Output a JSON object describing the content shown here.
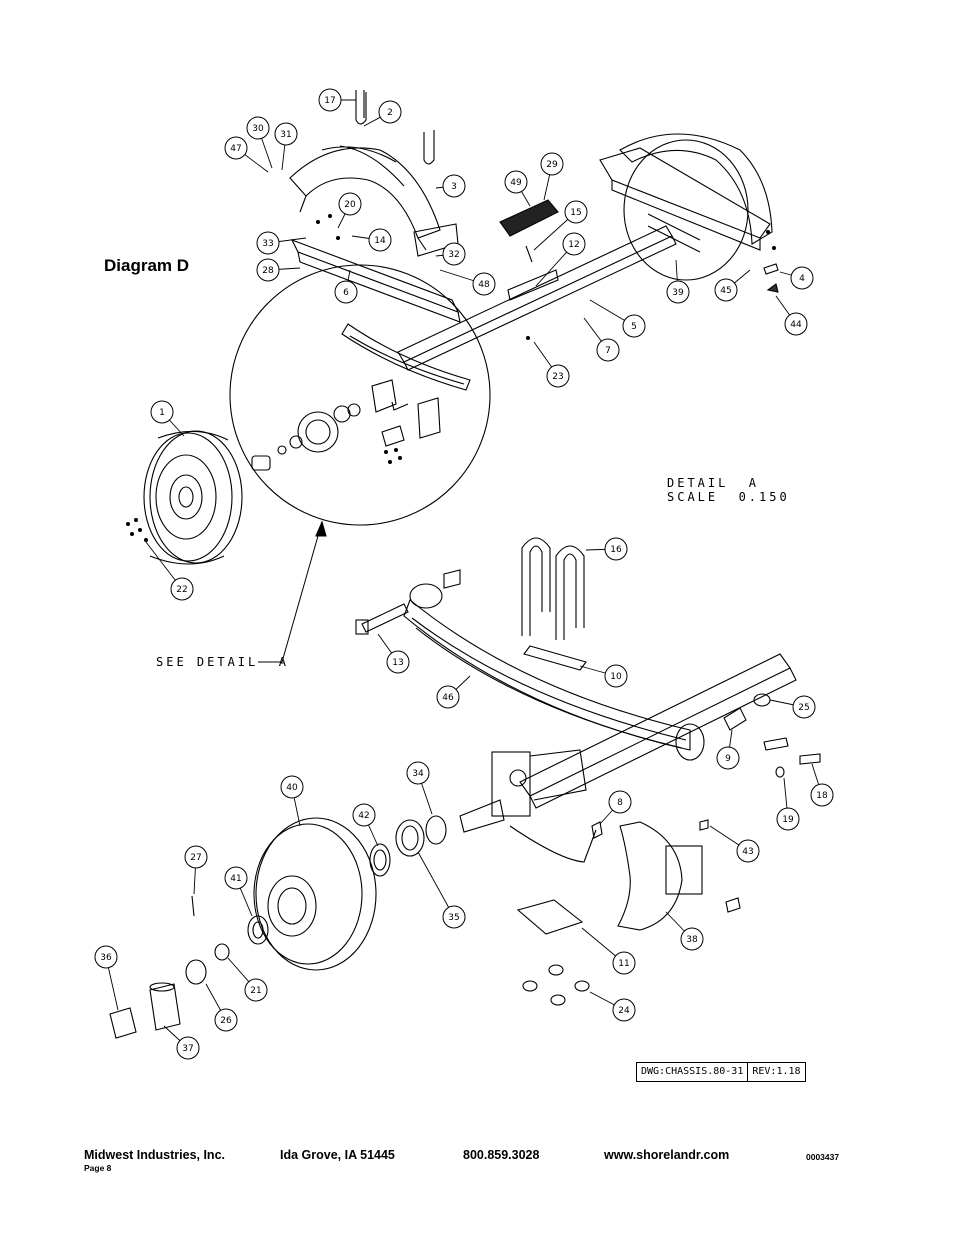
{
  "diagram": {
    "title": "Diagram D",
    "detail_title": "DETAIL  A",
    "detail_scale": "SCALE  0.150",
    "see_detail": "SEE DETAIL  A",
    "callouts": [
      "17",
      "2",
      "30",
      "31",
      "47",
      "3",
      "20",
      "33",
      "14",
      "32",
      "48",
      "28",
      "6",
      "49",
      "29",
      "15",
      "12",
      "5",
      "7",
      "23",
      "39",
      "45",
      "4",
      "44",
      "1",
      "22",
      "16",
      "13",
      "10",
      "46",
      "25",
      "9",
      "18",
      "19",
      "43",
      "8",
      "34",
      "42",
      "40",
      "35",
      "27",
      "41",
      "38",
      "11",
      "36",
      "21",
      "26",
      "37",
      "24"
    ]
  },
  "drawing_info": {
    "dwg": "DWG:CHASSIS.80-31",
    "rev": "REV:1.18"
  },
  "footer": {
    "company": "Midwest Industries, Inc.",
    "location": "Ida Grove, IA  51445",
    "phone": "800.859.3028",
    "website": "www.shorelandr.com",
    "doc_number": "0003437",
    "page": "Page 8"
  }
}
